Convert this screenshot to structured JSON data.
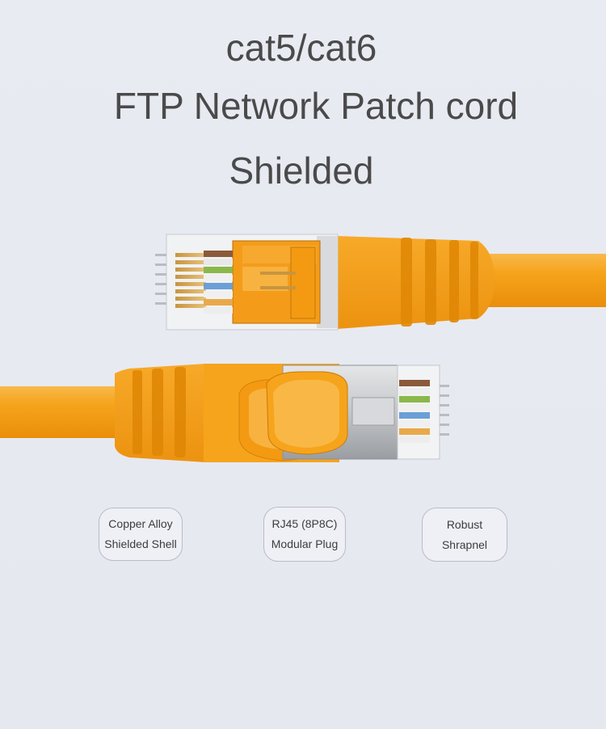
{
  "title": {
    "line1": "cat5/cat6",
    "line2": "FTP Network Patch cord",
    "line3": "Shielded"
  },
  "features": [
    {
      "line1": "Copper Alloy",
      "line2": "Shielded Shell"
    },
    {
      "line1": "RJ45 (8P8C)",
      "line2": "Modular Plug"
    },
    {
      "line1": "Robust",
      "line2": "Shrapnel"
    }
  ],
  "colors": {
    "cable_orange": "#f6a41c",
    "boot_orange": "#f39a12",
    "shell_silver": "#c9cbce",
    "title_text": "#4a4a4a"
  },
  "illustration": "two-rj45-shielded-connectors"
}
